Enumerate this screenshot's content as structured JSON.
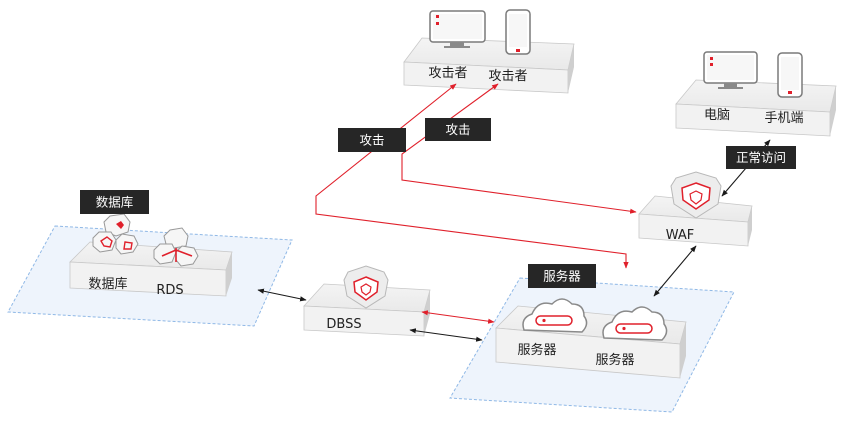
{
  "colors": {
    "attack": "#e0202b",
    "normal": "#1a1a1a",
    "zone": "#8fb8e6",
    "zone_fill": "#eef4fc",
    "tag": "#262626"
  },
  "attackers": {
    "left_label": "攻击者",
    "right_label": "攻击者"
  },
  "users": {
    "pc_label": "电脑",
    "phone_label": "手机端"
  },
  "tags": {
    "attack1": "攻击",
    "attack2": "攻击",
    "normal_access": "正常访问",
    "db_zone": "数据库",
    "server_zone": "服务器"
  },
  "waf": {
    "label": "WAF"
  },
  "dbss": {
    "label": "DBSS"
  },
  "database": {
    "db_label": "数据库",
    "rds_label": "RDS"
  },
  "servers": {
    "left_label": "服务器",
    "right_label": "服务器"
  },
  "icons": [
    "monitor-icon",
    "phone-icon",
    "shield-icon",
    "database-cluster-icon",
    "server-cloud-icon"
  ]
}
